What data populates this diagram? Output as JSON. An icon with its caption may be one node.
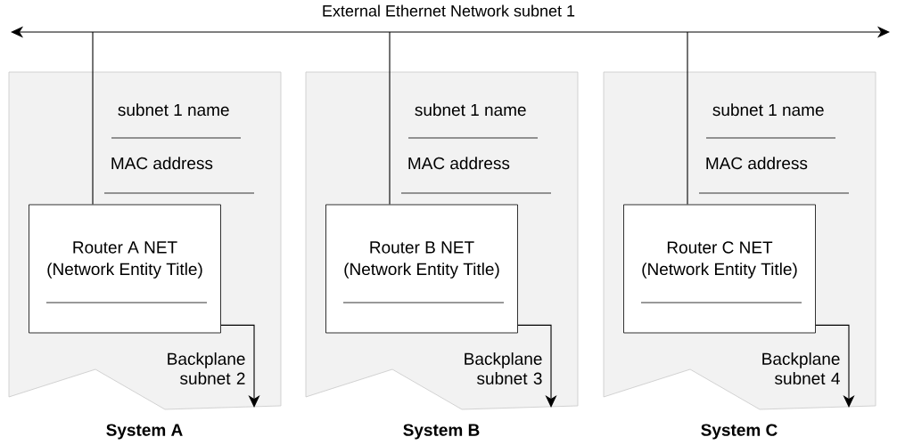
{
  "diagram": {
    "nodes": [
      {
        "text": [
          "External Ethernet Network  subnet 1"
        ]
      },
      {
        "text": [
          "subnet 1 name",
          "MAC address",
          "System A"
        ]
      },
      {
        "text": [
          "Router A NET",
          "(Network Entity Title)"
        ],
        "in": 1
      },
      {
        "text": [
          "subnet 1 name",
          "MAC address",
          "System B"
        ]
      },
      {
        "text": [
          "Router B NET",
          "(Network Entity Title)"
        ],
        "in": 3
      },
      {
        "text": [
          "subnet 1 name",
          "MAC address",
          "System C"
        ]
      },
      {
        "text": [
          "Router C NET",
          "(Network Entity Title)"
        ],
        "in": 5
      }
    ],
    "edges": [
      {
        "from": 0,
        "to": 2,
        "arrow": "none"
      },
      {
        "from": 2,
        "to": null,
        "arrow": "to",
        "label": "Backplane subnet 2"
      },
      {
        "from": 0,
        "to": 4,
        "arrow": "none"
      },
      {
        "from": 4,
        "to": null,
        "arrow": "to",
        "label": "Backplane subnet 3"
      },
      {
        "from": 0,
        "to": 6,
        "arrow": "none"
      },
      {
        "from": 6,
        "to": null,
        "arrow": "to",
        "label": "Backplane subnet 4"
      }
    ]
  }
}
